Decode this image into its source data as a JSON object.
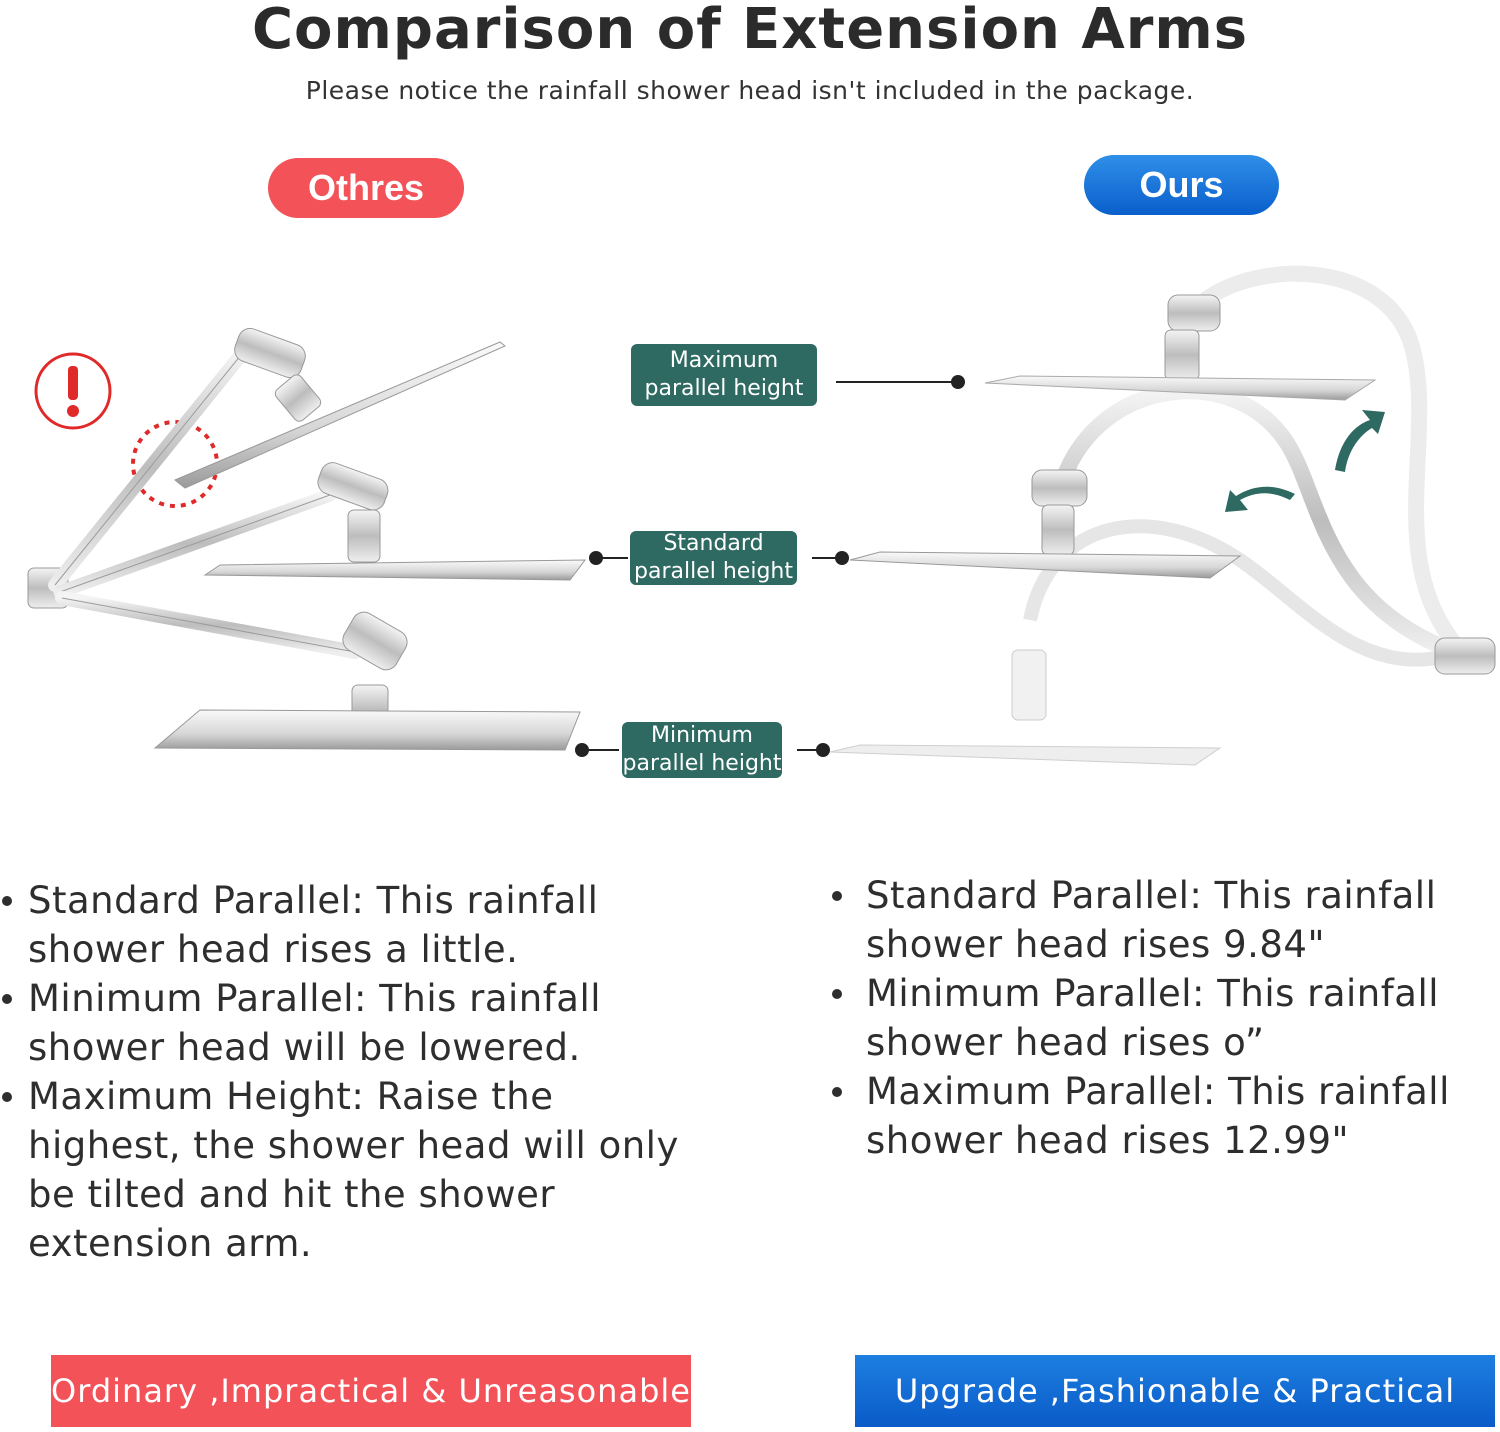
{
  "header": {
    "title": "Comparison of Extension Arms",
    "subtitle": "Please notice the rainfall shower head isn't included in the package."
  },
  "labels": {
    "left_badge": "Othres",
    "right_badge": "Ours",
    "max_line1": "Maximum",
    "max_line2": "parallel height",
    "std_line1": "Standard",
    "std_line2": "parallel height",
    "min_line1": "Minimum",
    "min_line2": "parallel height"
  },
  "left_bullets": [
    "Standard Parallel: This rainfall shower head rises a little.",
    "Minimum Parallel: This rainfall shower head will be lowered.",
    "Maximum Height: Raise the highest, the shower head will only be tilted and hit the shower extension arm."
  ],
  "right_bullets": [
    "Standard Parallel: This rainfall shower head rises 9.84\"",
    "Minimum Parallel: This rainfall shower head rises o”",
    "Maximum Parallel: This rainfall shower head rises 12.99\""
  ],
  "footer": {
    "left_banner": "Ordinary ,Impractical & Unreasonable",
    "right_banner": "Upgrade ,Fashionable & Practical"
  },
  "colors": {
    "red": "#f25258",
    "blue": "#0a5fcc",
    "tag": "#2e6a62"
  },
  "icons": {
    "warning": "exclamation-circle-icon",
    "arrow": "curved-arrow-icon"
  }
}
